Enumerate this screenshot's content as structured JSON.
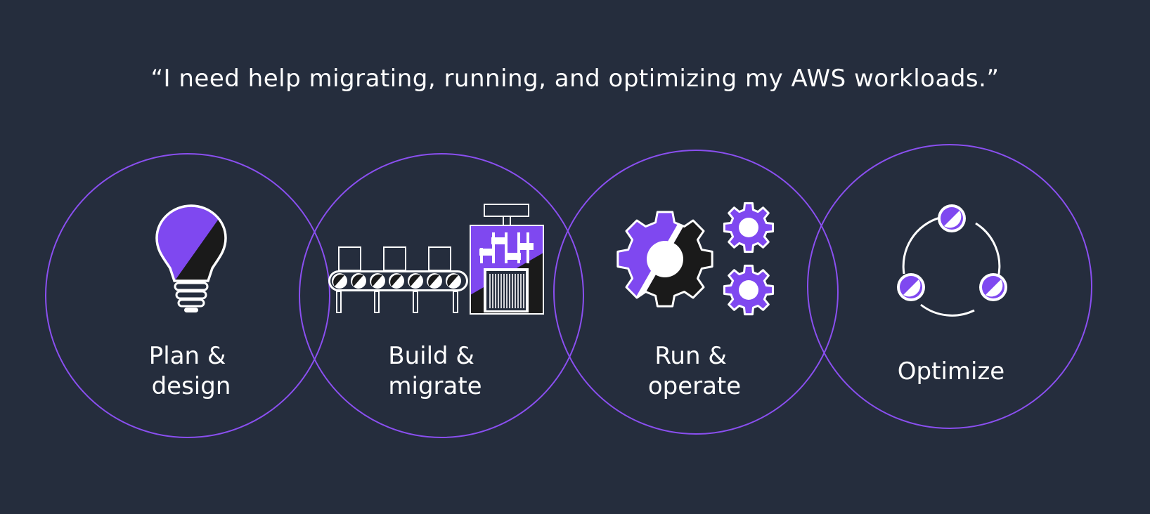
{
  "headline": "“I need help migrating, running, and optimizing my AWS workloads.”",
  "colors": {
    "background": "#252d3d",
    "accent": "#7f48f0",
    "ring": "#8a4ff0",
    "line": "#ffffff",
    "dark": "#1a1a1a"
  },
  "stages": [
    {
      "icon": "lightbulb-icon",
      "label_lines": [
        "Plan &",
        "design"
      ]
    },
    {
      "icon": "conveyor-factory-icon",
      "label_lines": [
        "Build &",
        "migrate"
      ]
    },
    {
      "icon": "gears-icon",
      "label_lines": [
        "Run &",
        "operate"
      ]
    },
    {
      "icon": "cycle-nodes-icon",
      "label_lines": [
        "Optimize"
      ]
    }
  ]
}
